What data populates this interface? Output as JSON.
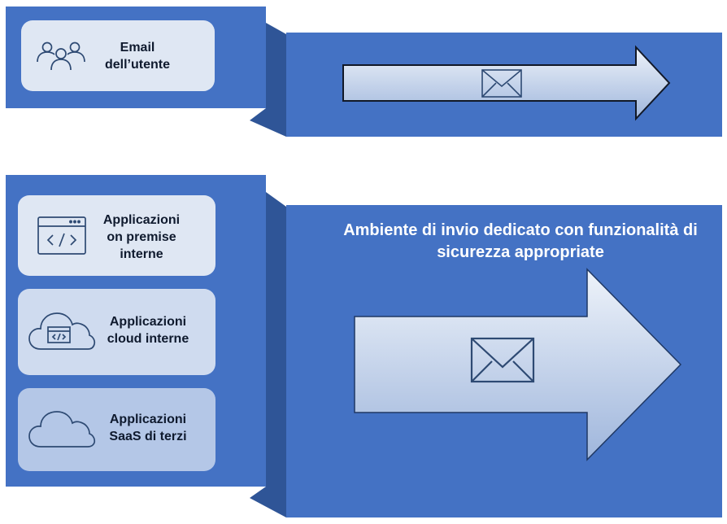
{
  "colors": {
    "panel_blue": "#4472c4",
    "panel_shadow": "#2f5597",
    "card_light": "#dfe7f3",
    "card_mid": "#cfdbef",
    "card_dark": "#b4c7e7",
    "icon_stroke": "#2e4a73"
  },
  "top_group": {
    "card_label": "Email\ndell’utente",
    "card_icon": "users-icon"
  },
  "bottom_group": {
    "headline": "Ambiente di invio dedicato con funzionalità di sicurezza appropriate",
    "cards": [
      {
        "label": "Applicazioni\non premise\ninterne",
        "icon": "code-window-icon"
      },
      {
        "label": "Applicazioni\ncloud interne",
        "icon": "cloud-code-icon"
      },
      {
        "label": "Applicazioni\nSaaS di terzi",
        "icon": "cloud-icon"
      }
    ]
  }
}
